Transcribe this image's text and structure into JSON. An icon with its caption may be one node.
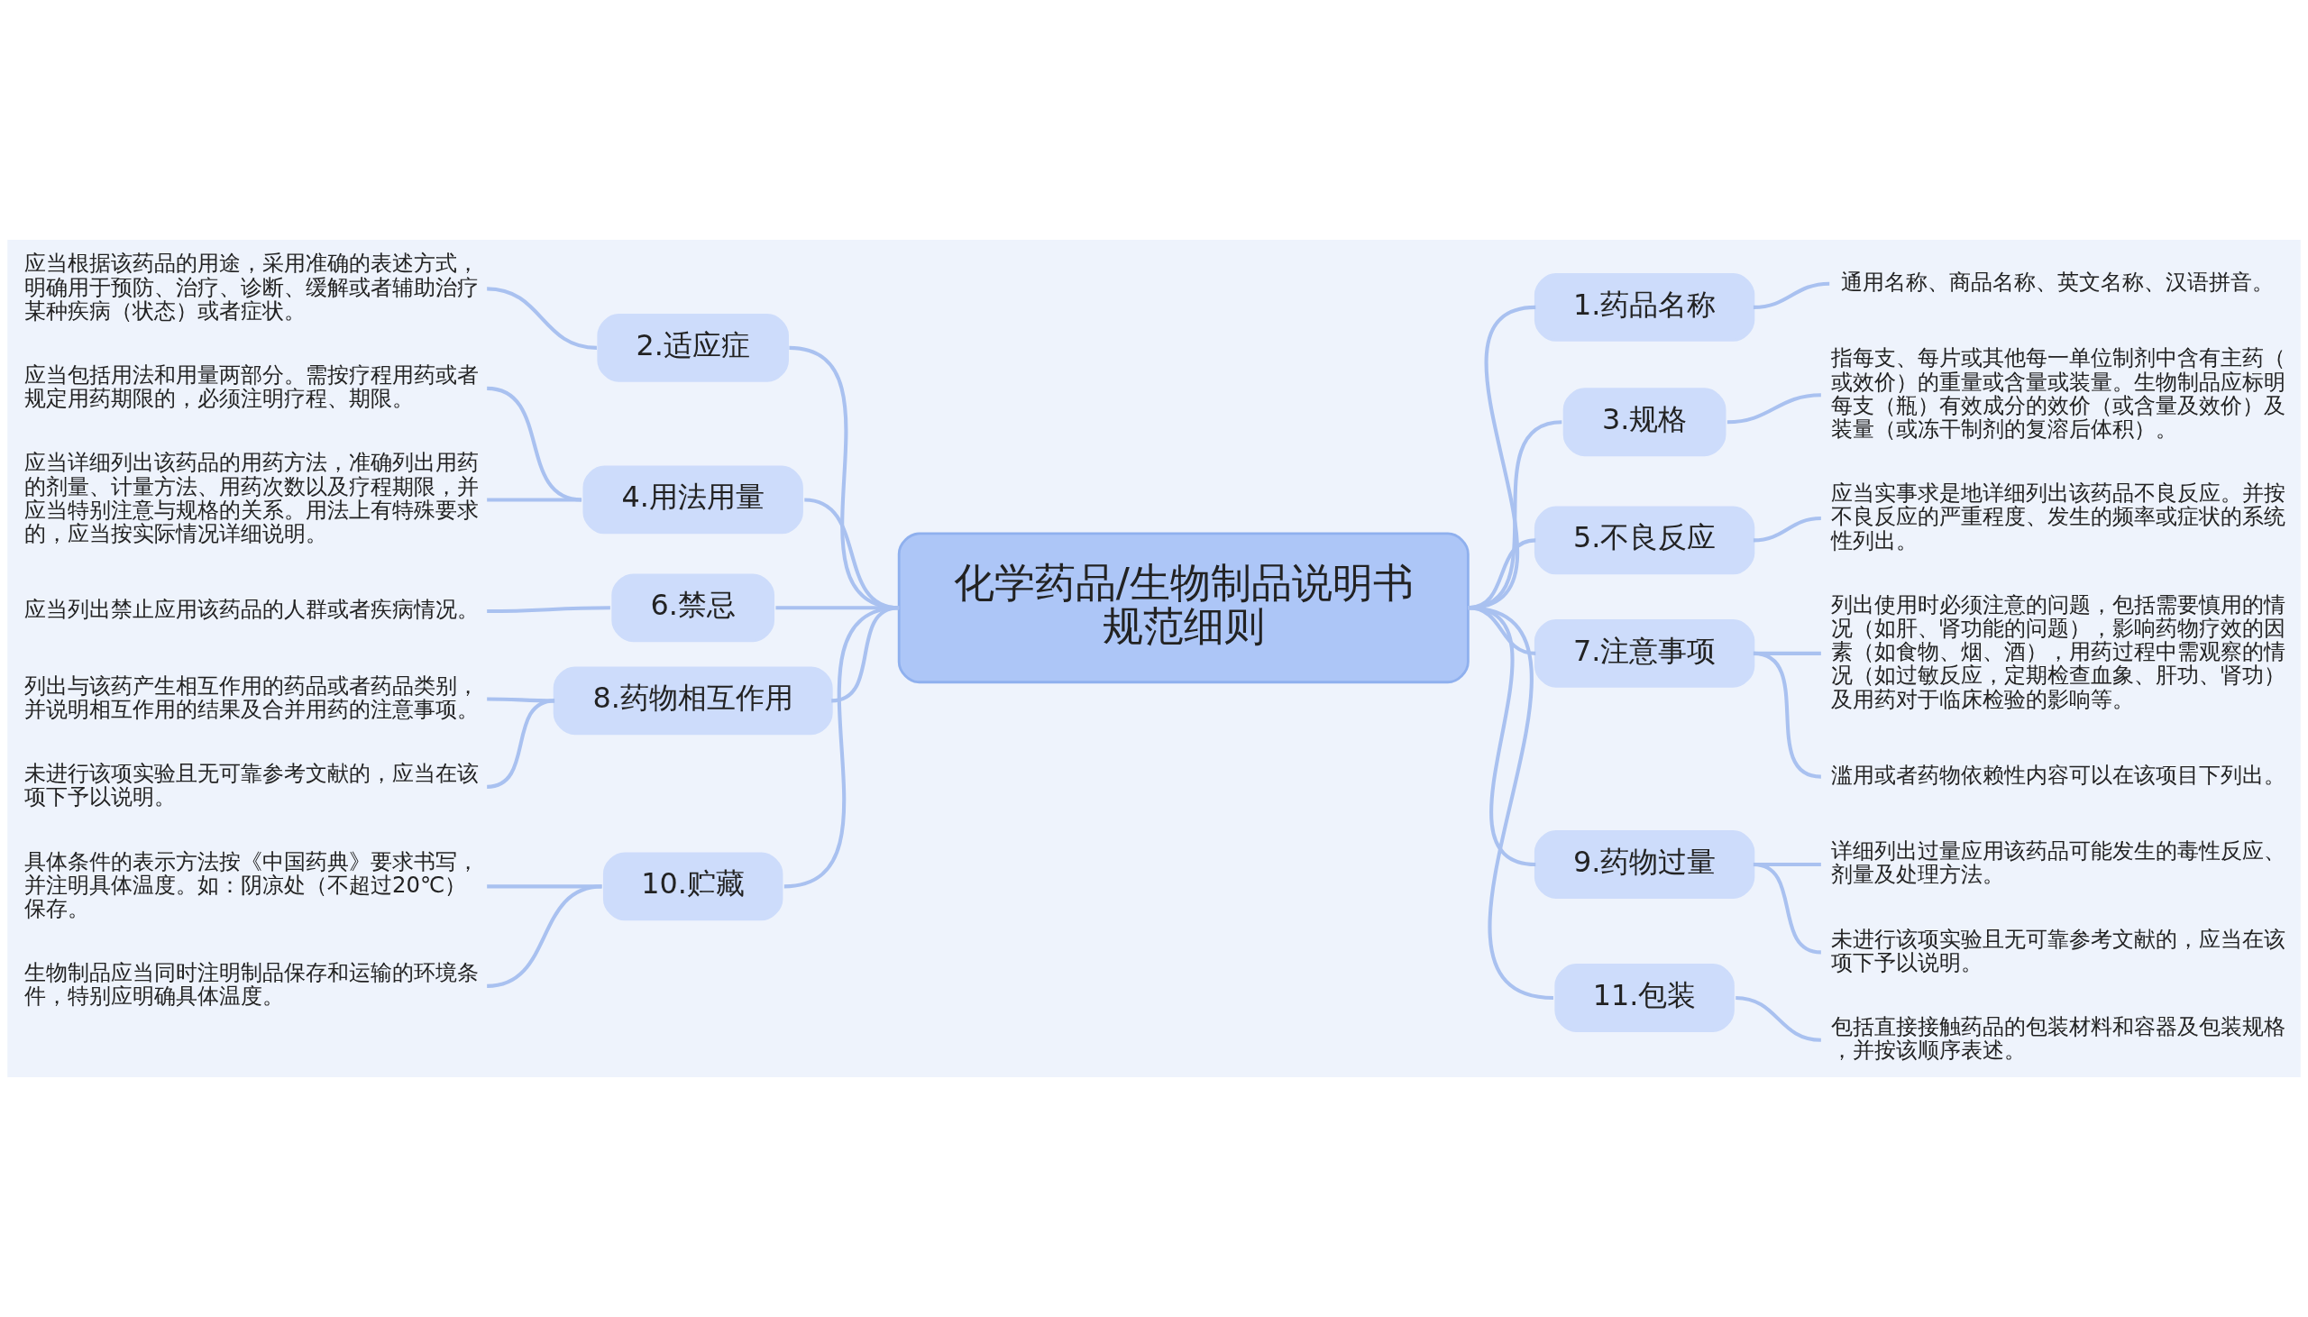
{
  "diagram": {
    "nodes": [
      {
        "text": [
          "化学药品/生物制品说明书规范细则"
        ]
      },
      {
        "text": [
          "1.药品名称"
        ]
      },
      {
        "text": [
          "通用名称、商品名称、英文名称、汉语拼音。"
        ]
      },
      {
        "text": [
          "2.适应症"
        ]
      },
      {
        "text": [
          "应当根据该药品的用途，采用准确的表述方式，明确用于预防、治疗、诊断、缓解或者辅助治疗某种疾病（状态）或者症状。"
        ]
      },
      {
        "text": [
          "3.规格"
        ]
      },
      {
        "text": [
          "指每支、每片或其他每一单位制剂中含有主药（或效价）的重量或含量或装量。生物制品应标明每支（瓶）有效成分的效价（或含量及效价）及装量（或冻干制剂的复溶后体积）。"
        ]
      },
      {
        "text": [
          "4.用法用量"
        ]
      },
      {
        "text": [
          "应当包括用法和用量两部分。需按疗程用药或者规定用药期限的，必须注明疗程、期限。"
        ]
      },
      {
        "text": [
          "应当详细列出该药品的用药方法，准确列出用药的剂量、计量方法、用药次数以及疗程期限，并应当特别注意与规格的关系。用法上有特殊要求的，应当按实际情况详细说明。"
        ]
      },
      {
        "text": [
          "5.不良反应"
        ]
      },
      {
        "text": [
          "应当实事求是地详细列出该药品不良反应。并按不良反应的严重程度、发生的频率或症状的系统性列出。"
        ]
      },
      {
        "text": [
          "6.禁忌"
        ]
      },
      {
        "text": [
          "应当列出禁止应用该药品的人群或者疾病情况。"
        ]
      },
      {
        "text": [
          "7.注意事项"
        ]
      },
      {
        "text": [
          "列出使用时必须注意的问题，包括需要慎用的情况（如肝、肾功能的问题），影响药物疗效的因素（如食物、烟、酒），用药过程中需观察的情况（如过敏反应，定期检查血象、肝功、肾功）及用药对于临床检验的影响等。"
        ]
      },
      {
        "text": [
          "滥用或者药物依赖性内容可以在该项目下列出。"
        ]
      },
      {
        "text": [
          "8.药物相互作用"
        ]
      },
      {
        "text": [
          "列出与该药产生相互作用的药品或者药品类别，并说明相互作用的结果及合并用药的注意事项。"
        ]
      },
      {
        "text": [
          "未进行该项实验且无可靠参考文献的，应当在该项下予以说明。"
        ]
      },
      {
        "text": [
          "9.药物过量"
        ]
      },
      {
        "text": [
          "详细列出过量应用该药品可能发生的毒性反应、剂量及处理方法。"
        ]
      },
      {
        "text": [
          "未进行该项实验且无可靠参考文献的，应当在该项下予以说明。"
        ]
      },
      {
        "text": [
          "10.贮藏"
        ]
      },
      {
        "text": [
          "具体条件的表示方法按《中国药典》要求书写，并注明具体温度。如：阴凉处（不超过20℃）保存。"
        ]
      },
      {
        "text": [
          "生物制品应当同时注明制品保存和运输的环境条件，特别应明确具体温度。"
        ]
      },
      {
        "text": [
          "11.包装"
        ]
      },
      {
        "text": [
          "包括直接接触药品的包装材料和容器及包装规格，并按该顺序表述。"
        ]
      }
    ],
    "edges": [
      {
        "from": 0,
        "to": 1,
        "arrow": "none"
      },
      {
        "from": 1,
        "to": 2,
        "arrow": "none"
      },
      {
        "from": 0,
        "to": 3,
        "arrow": "none"
      },
      {
        "from": 3,
        "to": 4,
        "arrow": "none"
      },
      {
        "from": 0,
        "to": 5,
        "arrow": "none"
      },
      {
        "from": 5,
        "to": 6,
        "arrow": "none"
      },
      {
        "from": 0,
        "to": 7,
        "arrow": "none"
      },
      {
        "from": 7,
        "to": 8,
        "arrow": "none"
      },
      {
        "from": 7,
        "to": 9,
        "arrow": "none"
      },
      {
        "from": 0,
        "to": 10,
        "arrow": "none"
      },
      {
        "from": 10,
        "to": 11,
        "arrow": "none"
      },
      {
        "from": 0,
        "to": 12,
        "arrow": "none"
      },
      {
        "from": 12,
        "to": 13,
        "arrow": "none"
      },
      {
        "from": 0,
        "to": 14,
        "arrow": "none"
      },
      {
        "from": 14,
        "to": 15,
        "arrow": "none"
      },
      {
        "from": 14,
        "to": 16,
        "arrow": "none"
      },
      {
        "from": 0,
        "to": 17,
        "arrow": "none"
      },
      {
        "from": 17,
        "to": 18,
        "arrow": "none"
      },
      {
        "from": 17,
        "to": 19,
        "arrow": "none"
      },
      {
        "from": 0,
        "to": 20,
        "arrow": "none"
      },
      {
        "from": 20,
        "to": 21,
        "arrow": "none"
      },
      {
        "from": 20,
        "to": 22,
        "arrow": "none"
      },
      {
        "from": 0,
        "to": 23,
        "arrow": "none"
      },
      {
        "from": 23,
        "to": 24,
        "arrow": "none"
      },
      {
        "from": 23,
        "to": 25,
        "arrow": "none"
      },
      {
        "from": 0,
        "to": 26,
        "arrow": "none"
      },
      {
        "from": 26,
        "to": 27,
        "arrow": "none"
      }
    ]
  }
}
